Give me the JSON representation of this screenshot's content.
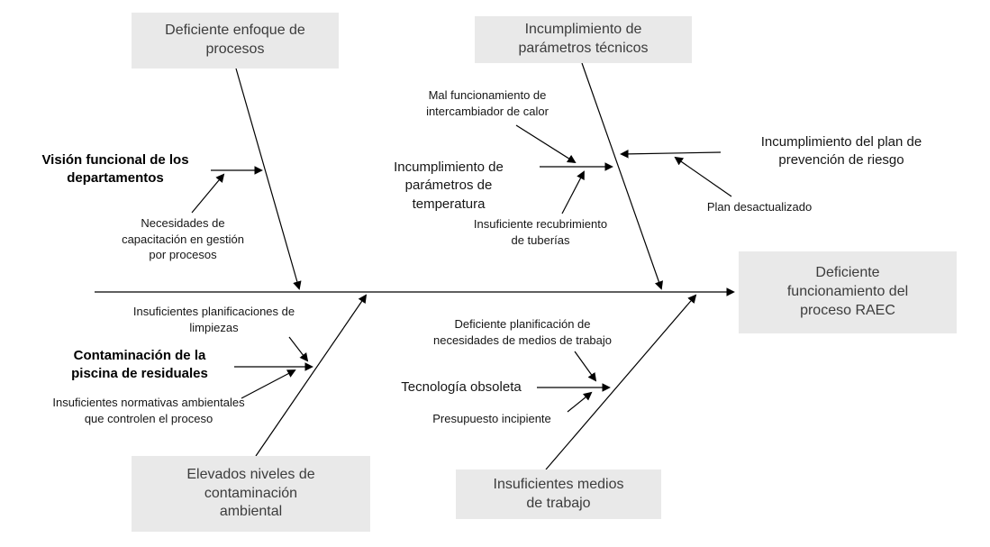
{
  "diagram_type": "fishbone-ishikawa",
  "colors": {
    "background": "#ffffff",
    "category_box_bg": "#e9e9e9",
    "category_box_text": "#3c3c3c",
    "line": "#000000",
    "label_text": "#161616"
  },
  "effect": {
    "label": "Deficiente funcionamiento del proceso RAEC"
  },
  "bones": {
    "top_left": {
      "category": "Deficiente enfoque de procesos",
      "causes": {
        "vision_funcional": "Visión funcional de los departamentos",
        "necesidades_capacitacion": "Necesidades de capacitación en gestión por procesos"
      }
    },
    "top_middle": {
      "category": "Incumplimiento de parámetros técnicos",
      "causes": {
        "mal_funcionamiento": "Mal funcionamiento de intercambiador de calor",
        "parametros_temperatura": "Incumplimiento de parámetros de temperatura",
        "recubrimiento_tuberias": "Insuficiente recubrimiento de tuberías"
      }
    },
    "plan_prevencion": {
      "category": "Incumplimiento del plan de prevención de riesgo",
      "causes": {
        "plan_desactualizado": "Plan desactualizado"
      }
    },
    "bottom_left": {
      "category": "Elevados niveles de contaminación ambiental",
      "causes": {
        "planificaciones_limpiezas": "Insuficientes planificaciones de limpiezas",
        "contaminacion_piscina": "Contaminación de la piscina de residuales",
        "normativas_ambientales": "Insuficientes normativas ambientales que controlen el proceso"
      }
    },
    "bottom_middle": {
      "category": "Insuficientes medios de trabajo",
      "causes": {
        "planificacion_medios": "Deficiente planificación de necesidades de medios de trabajo",
        "tecnologia_obsoleta": "Tecnología obsoleta",
        "presupuesto_incipiente": "Presupuesto incipiente"
      }
    }
  }
}
